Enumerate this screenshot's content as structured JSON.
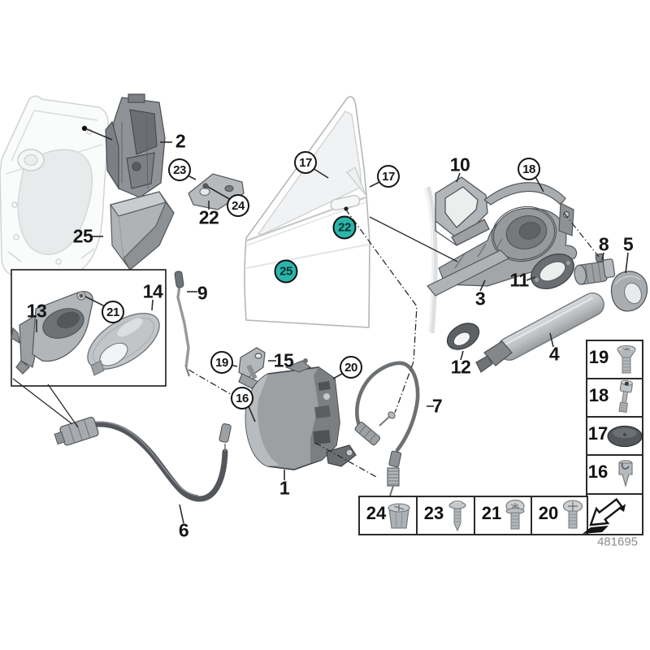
{
  "diagram": {
    "number": "481695",
    "highlight_color": "#2bb5aa",
    "description": "Front door locking system exploded parts diagram"
  },
  "callouts": {
    "plain": [
      {
        "label": "2"
      },
      {
        "label": "22"
      },
      {
        "label": "25"
      },
      {
        "label": "10"
      },
      {
        "label": "3"
      },
      {
        "label": "11"
      },
      {
        "label": "8"
      },
      {
        "label": "5"
      },
      {
        "label": "4"
      },
      {
        "label": "12"
      },
      {
        "label": "13"
      },
      {
        "label": "14"
      },
      {
        "label": "9"
      },
      {
        "label": "15"
      },
      {
        "label": "1"
      },
      {
        "label": "6"
      },
      {
        "label": "7"
      }
    ],
    "circled": [
      {
        "label": "23"
      },
      {
        "label": "24"
      },
      {
        "label": "17"
      },
      {
        "label": "17"
      },
      {
        "label": "18"
      },
      {
        "label": "21"
      },
      {
        "label": "19"
      },
      {
        "label": "16"
      },
      {
        "label": "20"
      }
    ],
    "highlighted": [
      {
        "label": "22"
      },
      {
        "label": "25"
      }
    ]
  },
  "legend": {
    "right_column": [
      {
        "label": "19",
        "icon": "countersunk-torx-screw"
      },
      {
        "label": "18",
        "icon": "socket-head-bolt"
      },
      {
        "label": "17",
        "icon": "dome-plug"
      },
      {
        "label": "16",
        "icon": "expanding-rivet"
      }
    ],
    "bottom_row": [
      {
        "label": "24",
        "icon": "expansion-nut"
      },
      {
        "label": "23",
        "icon": "self-tapping-screw"
      },
      {
        "label": "21",
        "icon": "torx-pan-screw"
      },
      {
        "label": "20",
        "icon": "phillips-pan-screw"
      }
    ],
    "direction_arrow": "front-left-direction-arrow"
  }
}
